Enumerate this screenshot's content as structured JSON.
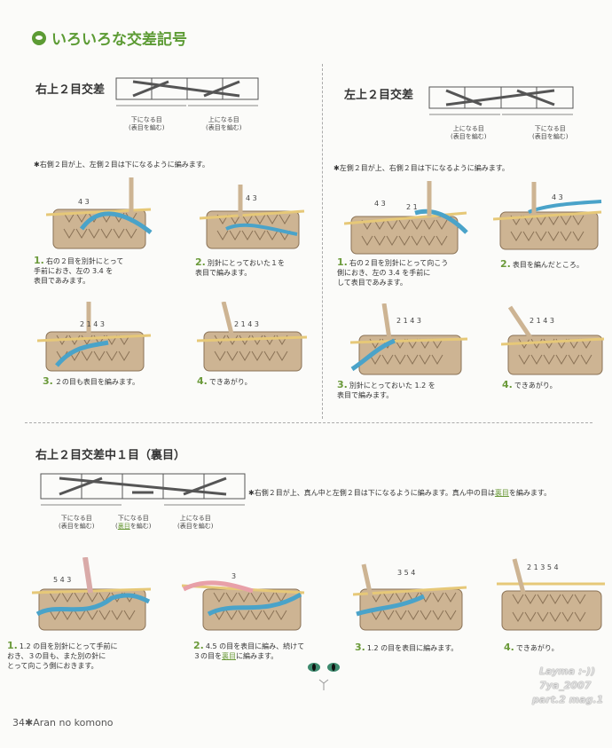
{
  "title": "いろいろな交差記号",
  "section1": {
    "heading": "右上２目交差",
    "chart_label_left": "下になる目\n(表目を編む)",
    "chart_label_right": "上になる目\n(表目を編む)",
    "note": "右側２目が上、左側２目は下になるように編みます。",
    "steps": [
      {
        "num": "1.",
        "text": "右の２目を別針にとって\n手前におき、左の 3.4 を\n表目であみます。"
      },
      {
        "num": "2.",
        "text": "別針にとっておいた１を\n表目で編みます。"
      },
      {
        "num": "3.",
        "text": "２の目も表目を編みます。"
      },
      {
        "num": "4.",
        "text": "できあがり。"
      }
    ]
  },
  "section2": {
    "heading": "左上２目交差",
    "chart_label_left": "上になる目\n(表目を編む)",
    "chart_label_right": "下になる目\n(表目を編む)",
    "note": "左側２目が上、右側２目は下になるように編みます。",
    "steps": [
      {
        "num": "1.",
        "text": "右の２目を別針にとって向こう\n側におき、左の 3.4 を手前に\nして表目であみます。"
      },
      {
        "num": "2.",
        "text": "表目を編んだところ。"
      },
      {
        "num": "3.",
        "text": "別針にとっておいた 1.2 を\n表目で編みます。"
      },
      {
        "num": "4.",
        "text": "できあがり。"
      }
    ]
  },
  "section3": {
    "heading": "右上２目交差中１目（裏目）",
    "chart_label_left": "下になる目\n(表目を編む)",
    "chart_label_mid": "裏目",
    "chart_label_mid_sub": "を編む)",
    "chart_label_right": "上になる目\n(表目を編む)",
    "note_pre": "右側２目が上、真ん中と左側２目は下になるように編みます。真ん中の目は",
    "note_hl": "裏目",
    "note_post": "を編みます。",
    "steps": [
      {
        "num": "1.",
        "text": "1.2 の目を別針にとって手前に\nおき、３の目も、また別の針に\nとって向こう側におきます。"
      },
      {
        "num": "2.",
        "text": "4.5 の目を表目に編み、続けて\n３の目を",
        "hl": "裏目",
        "post": "に編みます。"
      },
      {
        "num": "3.",
        "text": "1.2 の目を表目に編みます。"
      },
      {
        "num": "4.",
        "text": "できあがり。"
      }
    ]
  },
  "footer": {
    "page": "34",
    "text": "Aran no komono"
  },
  "signature": {
    "line1": "Layma :-))",
    "line2": "7ya_2007",
    "line3": "part.2 mag.1"
  },
  "colors": {
    "accent": "#5c9b34",
    "yarn": "#c8b08e",
    "needle": "#e6c878",
    "blue": "#4aa3c9",
    "pink": "#e8a0a8"
  }
}
